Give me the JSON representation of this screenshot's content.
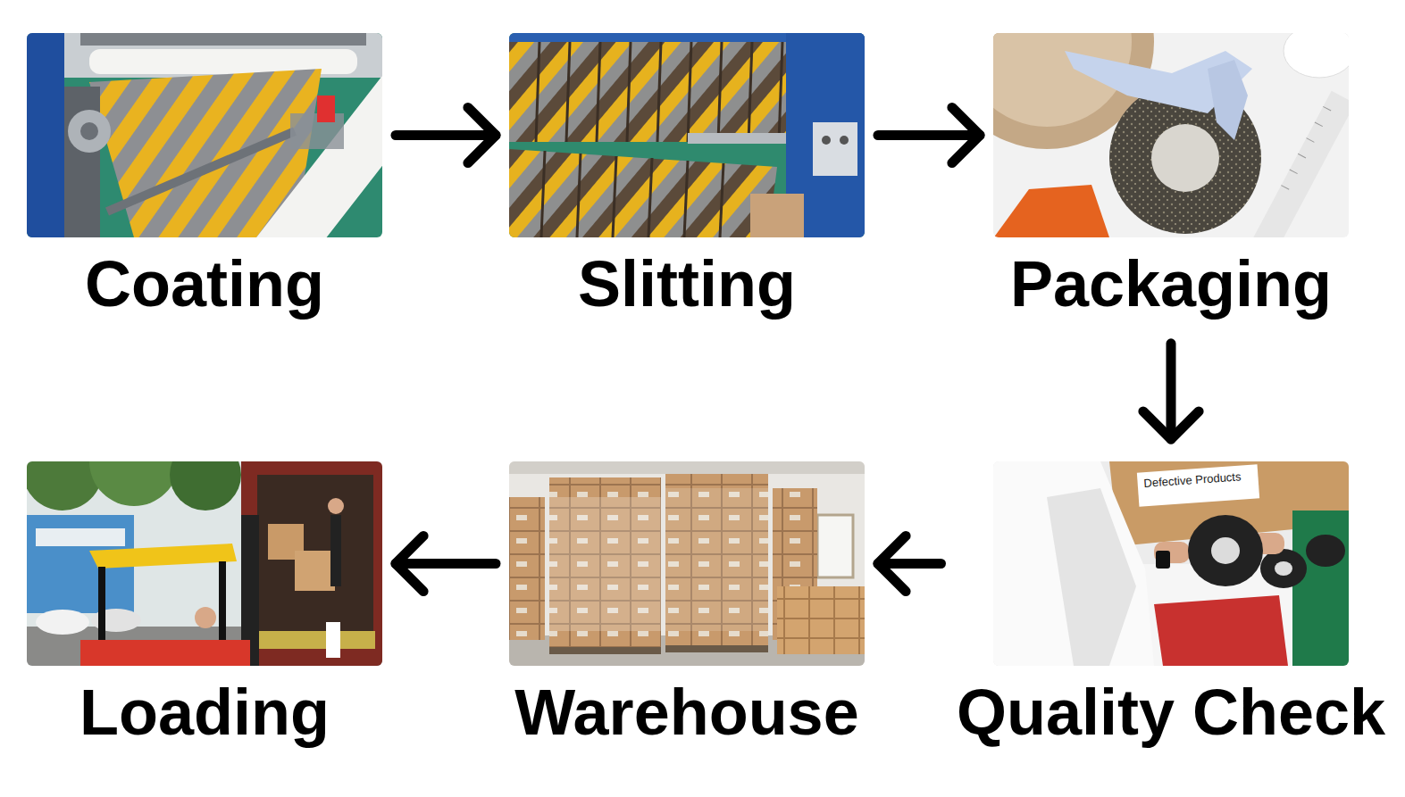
{
  "diagram": {
    "nodes": [
      {
        "text": [
          "Coating"
        ]
      },
      {
        "text": [
          "Slitting"
        ]
      },
      {
        "text": [
          "Packaging"
        ]
      },
      {
        "text": [
          "Quality Check"
        ]
      },
      {
        "text": [
          "Warehouse"
        ]
      },
      {
        "text": [
          "Loading"
        ]
      }
    ],
    "edges": [
      {
        "from": 0,
        "to": 1,
        "arrow": "to"
      },
      {
        "from": 1,
        "to": 2,
        "arrow": "to"
      },
      {
        "from": 2,
        "to": 3,
        "arrow": "to"
      },
      {
        "from": 3,
        "to": 4,
        "arrow": "to"
      },
      {
        "from": 4,
        "to": 5,
        "arrow": "to"
      }
    ],
    "labels": [
      "Defective Products"
    ]
  }
}
